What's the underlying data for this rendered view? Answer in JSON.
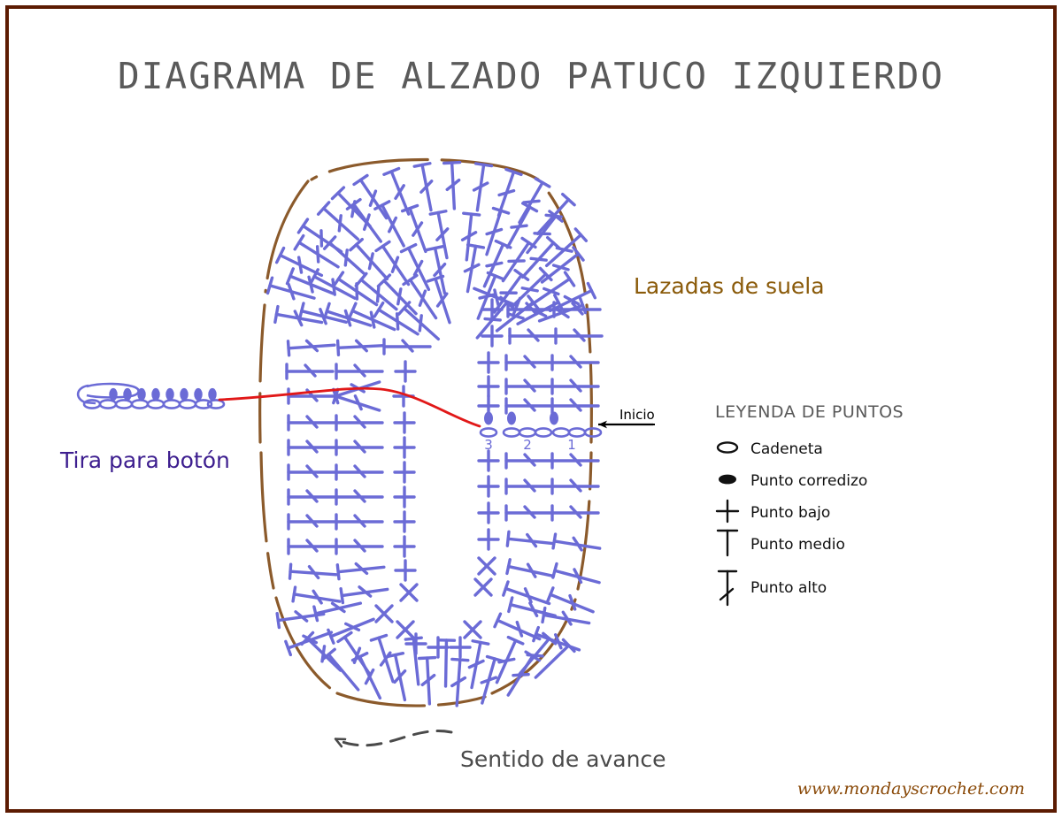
{
  "page": {
    "title": "DIAGRAMA DE ALZADO PATUCO IZQUIERDO",
    "watermark": "www.mondayscrochet.com",
    "border_color": "#5c1b02",
    "background": "#ffffff"
  },
  "colors": {
    "stitch": "#6b6bd6",
    "sole_outline": "#8b5a2b",
    "title_text": "#5a5a5a",
    "brown_label": "#8a5a09",
    "purple_label": "#3d1e8f",
    "gray_label": "#4a4a4a",
    "guide_line": "#e11818",
    "legend_text": "#111111",
    "legend_title": "#595959",
    "row_number": "#6b6bd6",
    "arrow": "#000000"
  },
  "annotations": {
    "sole_label": "Lazadas de suela",
    "strap_label": "Tira para botón",
    "start_label": "Inicio",
    "direction_label": "Sentido de avance"
  },
  "row_numbers": [
    "3",
    "2",
    "1"
  ],
  "legend": {
    "title": "LEYENDA DE PUNTOS",
    "items": [
      {
        "symbol": "chain-oval-outline",
        "label": "Cadeneta"
      },
      {
        "symbol": "slip-oval-filled",
        "label": "Punto corredizo"
      },
      {
        "symbol": "single-crochet-plus",
        "label": "Punto bajo"
      },
      {
        "symbol": "half-double-tee",
        "label": "Punto medio"
      },
      {
        "symbol": "double-crochet-tee-slash",
        "label": "Punto alto"
      }
    ]
  },
  "chart_data": {
    "type": "diagram",
    "title": "DIAGRAMA DE ALZADO PATUCO IZQUIERDO",
    "description": "Crochet stitch chart of a left baby bootie upper, worked around an oval sole outline",
    "stitch_legend": [
      "Cadeneta",
      "Punto corredizo",
      "Punto bajo",
      "Punto medio",
      "Punto alto"
    ],
    "start_rows_labeled": [
      "1",
      "2",
      "3"
    ],
    "regions": [
      "toe (top fan of double crochets)",
      "instep side panels (horizontal double crochets)",
      "heel (bottom fan of double crochets)",
      "button strap (chain + slip stitch row)"
    ],
    "direction": "Sentido de avance"
  }
}
